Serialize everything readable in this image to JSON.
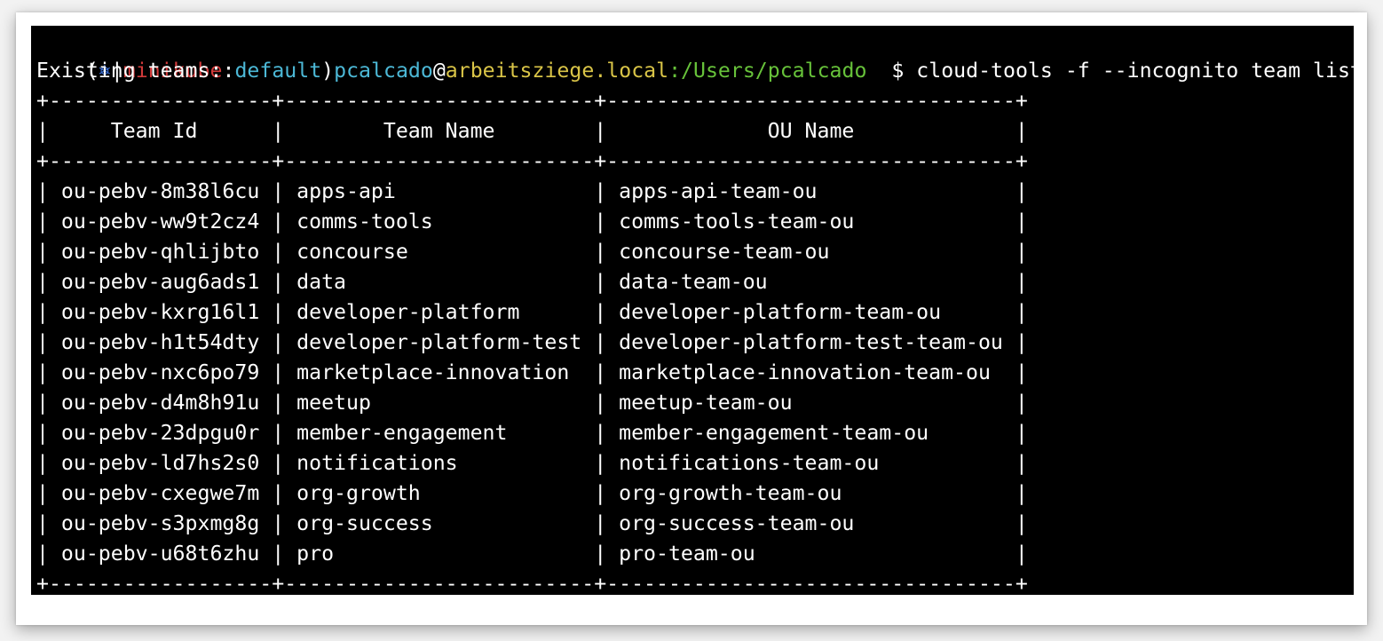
{
  "prompt": {
    "open_paren": "(",
    "k8s_icon": "kubernetes-helm-icon",
    "pipe": "|",
    "cluster": "minikube",
    "colon": ":",
    "namespace": "default",
    "close_paren": ")",
    "user": "pcalcado",
    "at": "@",
    "host": "arbeitsziege.local",
    "path": ":/Users/pcalcado",
    "dollar": "  $ ",
    "command": "cloud-tools -f --incognito team list"
  },
  "output": {
    "heading": "Existing teams:",
    "border": "+------------------+-------------------------+---------------------------------+",
    "columns": [
      "Team Id",
      "Team Name",
      "OU Name"
    ],
    "rows": [
      [
        "ou-pebv-8m38l6cu",
        "apps-api",
        "apps-api-team-ou"
      ],
      [
        "ou-pebv-ww9t2cz4",
        "comms-tools",
        "comms-tools-team-ou"
      ],
      [
        "ou-pebv-qhlijbto",
        "concourse",
        "concourse-team-ou"
      ],
      [
        "ou-pebv-aug6ads1",
        "data",
        "data-team-ou"
      ],
      [
        "ou-pebv-kxrg16l1",
        "developer-platform",
        "developer-platform-team-ou"
      ],
      [
        "ou-pebv-h1t54dty",
        "developer-platform-test",
        "developer-platform-test-team-ou"
      ],
      [
        "ou-pebv-nxc6po79",
        "marketplace-innovation",
        "marketplace-innovation-team-ou"
      ],
      [
        "ou-pebv-d4m8h91u",
        "meetup",
        "meetup-team-ou"
      ],
      [
        "ou-pebv-23dpgu0r",
        "member-engagement",
        "member-engagement-team-ou"
      ],
      [
        "ou-pebv-ld7hs2s0",
        "notifications",
        "notifications-team-ou"
      ],
      [
        "ou-pebv-cxegwe7m",
        "org-growth",
        "org-growth-team-ou"
      ],
      [
        "ou-pebv-s3pxmg8g",
        "org-success",
        "org-success-team-ou"
      ],
      [
        "ou-pebv-u68t6zhu",
        "pro",
        "pro-team-ou"
      ]
    ]
  }
}
